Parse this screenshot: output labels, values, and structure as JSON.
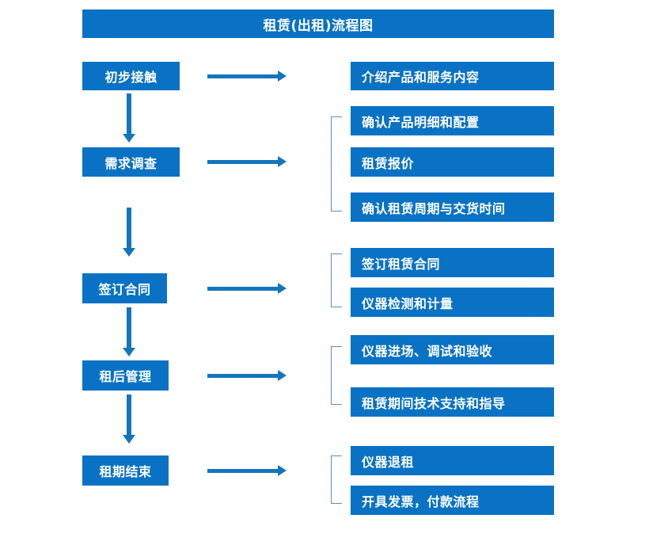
{
  "diagram": {
    "title": "租赁(出租)流程图",
    "accent_color": "#0a72c4",
    "arrow_color": "#1376bd",
    "bracket_color": "#5b8dc4",
    "text_color": "#ffffff",
    "background_color": "#ffffff",
    "type": "flowchart",
    "stages": [
      {
        "id": "stage-1",
        "label": "初步接触",
        "details": [
          "介绍产品和服务内容"
        ],
        "bracketed": false
      },
      {
        "id": "stage-2",
        "label": "需求调查",
        "details": [
          "确认产品明细和配置",
          "租赁报价",
          "确认租赁周期与交货时间"
        ],
        "bracketed": true
      },
      {
        "id": "stage-3",
        "label": "签订合同",
        "details": [
          "签订租赁合同",
          "仪器检测和计量"
        ],
        "bracketed": true
      },
      {
        "id": "stage-4",
        "label": "租后管理",
        "details": [
          "仪器进场、调试和验收",
          "租赁期间技术支持和指导"
        ],
        "bracketed": true
      },
      {
        "id": "stage-5",
        "label": "租期结束",
        "details": [
          "仪器退租",
          "开具发票，付款流程"
        ],
        "bracketed": true
      }
    ],
    "details_flat": [
      "介绍产品和服务内容",
      "确认产品明细和配置",
      "租赁报价",
      "确认租赁周期与交货时间",
      "签订租赁合同",
      "仪器检测和计量",
      "仪器进场、调试和验收",
      "租赁期间技术支持和指导",
      "仪器退租",
      "开具发票，付款流程"
    ]
  }
}
